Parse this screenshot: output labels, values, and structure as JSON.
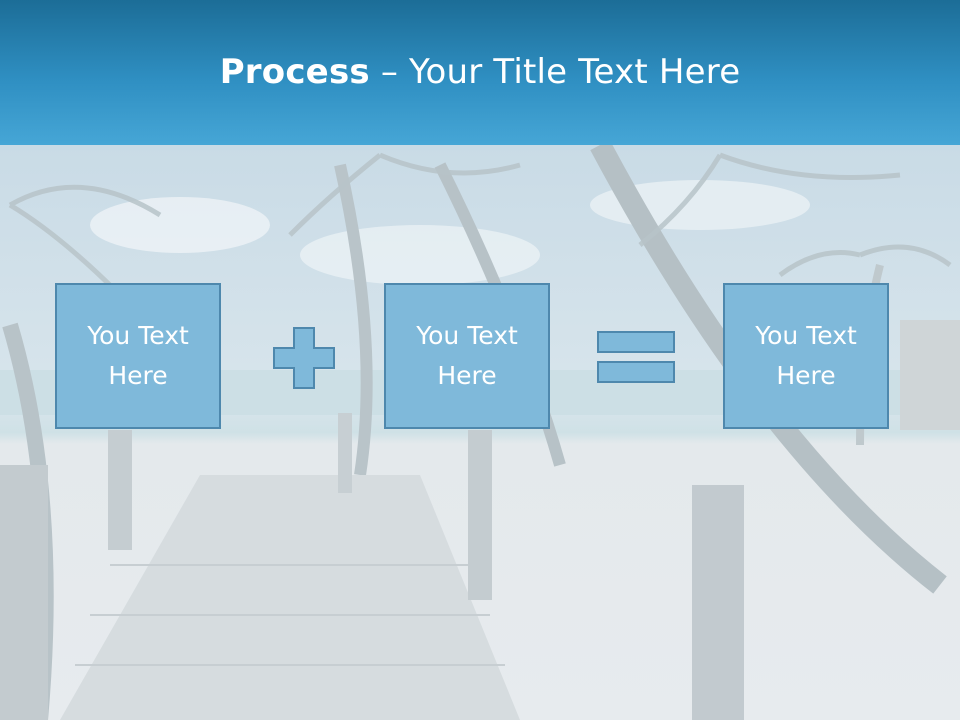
{
  "slide": {
    "title_bold": "Process",
    "title_rest": " – Your Title Text Here"
  },
  "process_boxes": [
    {
      "label": "You Text Here"
    },
    {
      "label": "You Text Here"
    },
    {
      "label": "You Text Here"
    }
  ],
  "operators": [
    "plus-icon",
    "equals-icon"
  ],
  "colors": {
    "title_bar": "#2f8fc2",
    "box_fill": "#7fb9da",
    "box_border": "#4e88ad",
    "text": "#ffffff"
  }
}
